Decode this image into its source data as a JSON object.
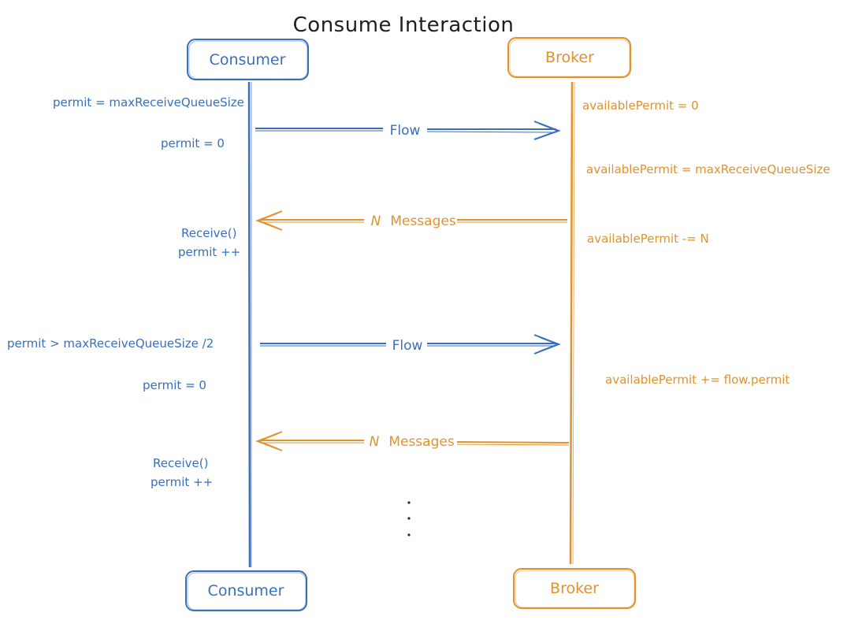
{
  "title": "Consume Interaction",
  "colors": {
    "consumer": "#3a6fba",
    "broker": "#e0922e",
    "title": "#1e1e1e"
  },
  "participants": {
    "consumer": "Consumer",
    "broker": "Broker"
  },
  "consumer_notes": [
    "permit = maxReceiveQueueSize",
    "permit = 0",
    "Receive()",
    "permit ++",
    "permit > maxReceiveQueueSize /2",
    "permit = 0",
    "Receive()",
    "permit ++"
  ],
  "broker_notes": [
    "availablePermit = 0",
    "availablePermit = maxReceiveQueueSize",
    "availablePermit -= N",
    "availablePermit += flow.permit"
  ],
  "messages": [
    {
      "from": "consumer",
      "to": "broker",
      "label": "Flow"
    },
    {
      "from": "broker",
      "to": "consumer",
      "n": "N",
      "label": "Messages"
    },
    {
      "from": "consumer",
      "to": "broker",
      "label": "Flow"
    },
    {
      "from": "broker",
      "to": "consumer",
      "n": "N",
      "label": "Messages"
    }
  ],
  "continuation": "..."
}
